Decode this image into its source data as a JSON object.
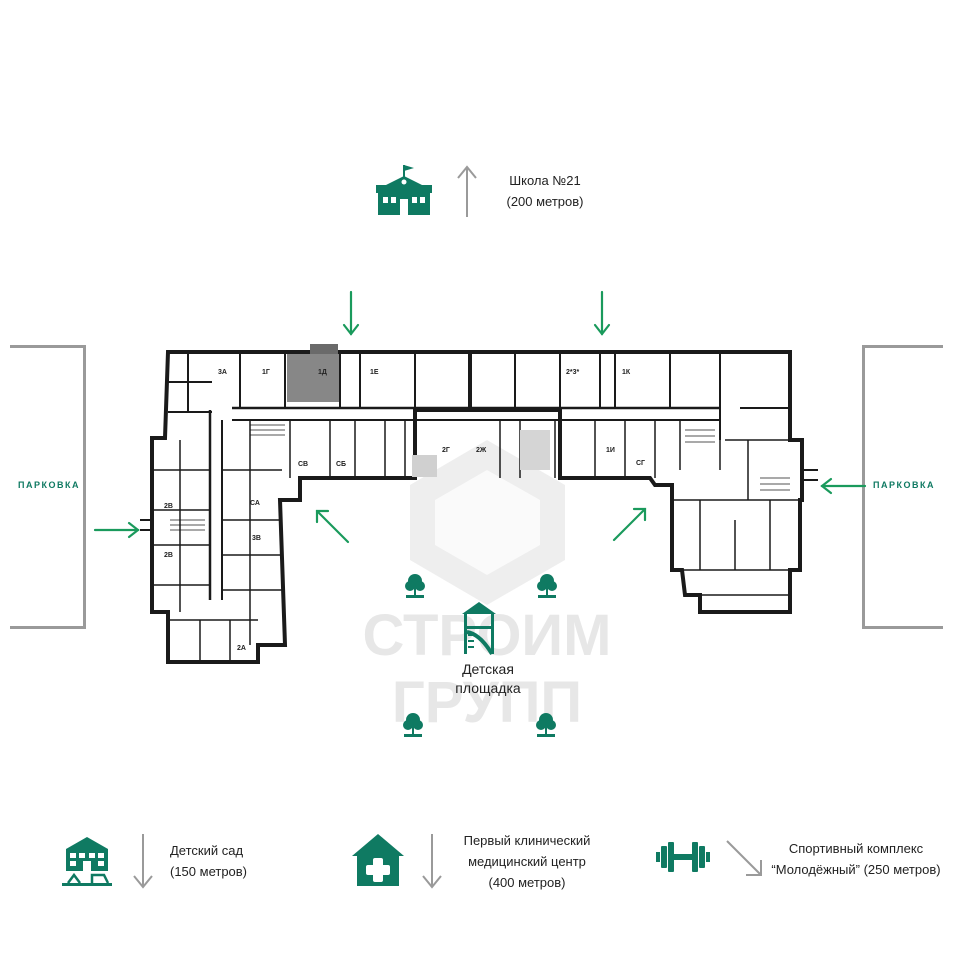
{
  "school": {
    "label": "Школа №21",
    "distance": "(200 метров)"
  },
  "playground": {
    "line1": "Детская",
    "line2": "площадка"
  },
  "parking": {
    "left": "ПАРКОВКА",
    "right": "ПАРКОВКА"
  },
  "kindergarten": {
    "label": "Детский сад",
    "distance": "(150 метров)"
  },
  "clinic": {
    "line1": "Первый клинический",
    "line2": "медицинский центр",
    "distance": "(400 метров)"
  },
  "sport": {
    "line1": "Спортивный комплекс",
    "line2": "“Молодёжный” (250 метров)"
  },
  "watermark": {
    "line1": "СТРОИМ",
    "line2": "ГРУПП"
  },
  "apartments": [
    "3А",
    "1Г",
    "1Д",
    "1Е",
    "2*3*",
    "1К",
    "2В",
    "2В",
    "СА",
    "3В",
    "2А",
    "СВ",
    "СБ",
    "2Г",
    "2Ж",
    "1И",
    "СГ"
  ],
  "colors": {
    "accent": "#0f7a62",
    "arrow_gray": "#9a9a9a",
    "arrow_green": "#1a9a5c",
    "wall": "#1a1a1a"
  },
  "icons": [
    "school-icon",
    "tree-icon",
    "playground-icon",
    "kindergarten-icon",
    "clinic-icon",
    "dumbbell-icon"
  ]
}
